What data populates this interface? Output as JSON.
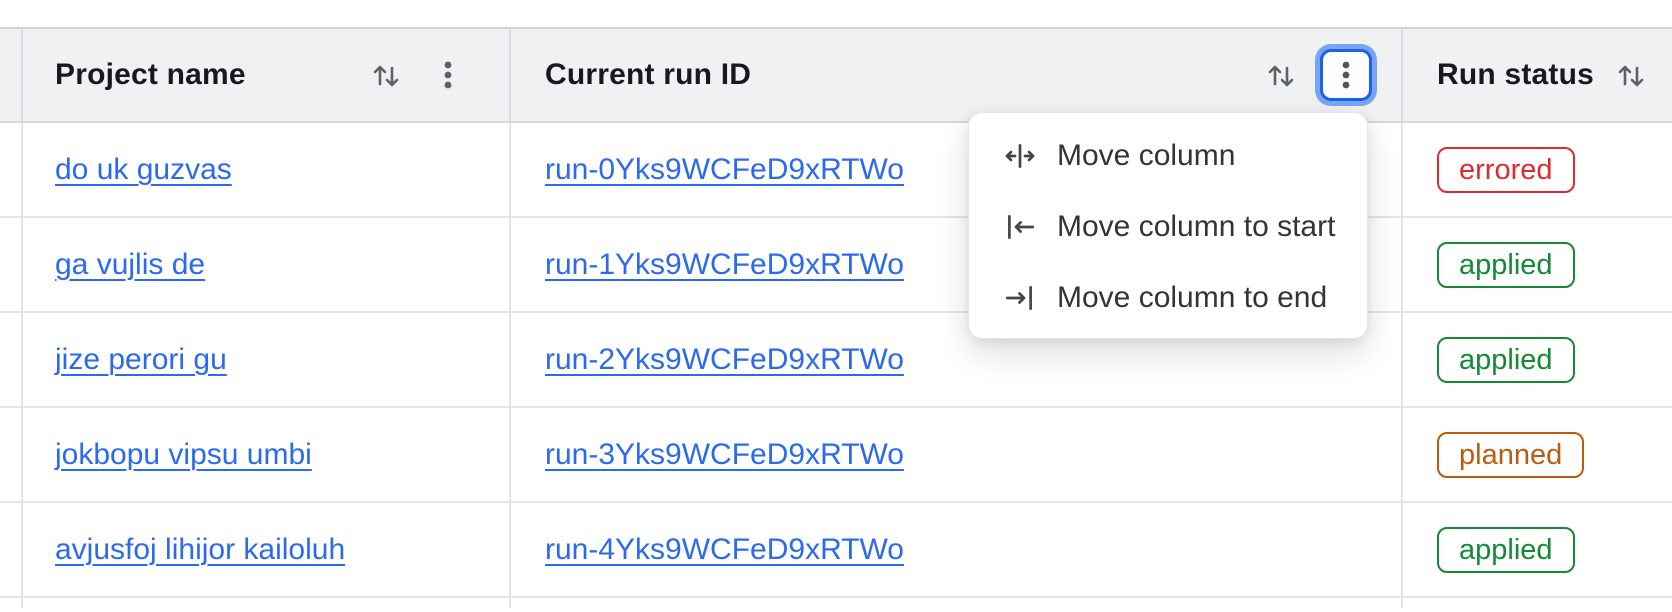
{
  "table": {
    "columns": [
      {
        "key": "project",
        "label": "Project name"
      },
      {
        "key": "run_id",
        "label": "Current run ID"
      },
      {
        "key": "status",
        "label": "Run status"
      }
    ],
    "rows": [
      {
        "project": "do uk guzvas",
        "run_id": "run-0Yks9WCFeD9xRTWo",
        "status": "errored"
      },
      {
        "project": "ga vujlis de",
        "run_id": "run-1Yks9WCFeD9xRTWo",
        "status": "applied"
      },
      {
        "project": "jize perori gu",
        "run_id": "run-2Yks9WCFeD9xRTWo",
        "status": "applied"
      },
      {
        "project": "jokbopu vipsu umbi",
        "run_id": "run-3Yks9WCFeD9xRTWo",
        "status": "planned"
      },
      {
        "project": "avjusfoj lihijor kailoluh",
        "run_id": "run-4Yks9WCFeD9xRTWo",
        "status": "applied"
      }
    ]
  },
  "column_menu": {
    "items": [
      {
        "icon": "move-column-icon",
        "label": "Move column"
      },
      {
        "icon": "move-column-to-start-icon",
        "label": "Move column to start"
      },
      {
        "icon": "move-column-to-end-icon",
        "label": "Move column to end"
      }
    ]
  },
  "colors": {
    "link": "#2b6af0",
    "focus_border": "#1a63e8",
    "focus_ring": "#7aa5f3",
    "header_bg": "#f0f1f3",
    "status": {
      "errored": "#df2b30",
      "applied": "#148a35",
      "planned": "#bd5a10"
    }
  }
}
